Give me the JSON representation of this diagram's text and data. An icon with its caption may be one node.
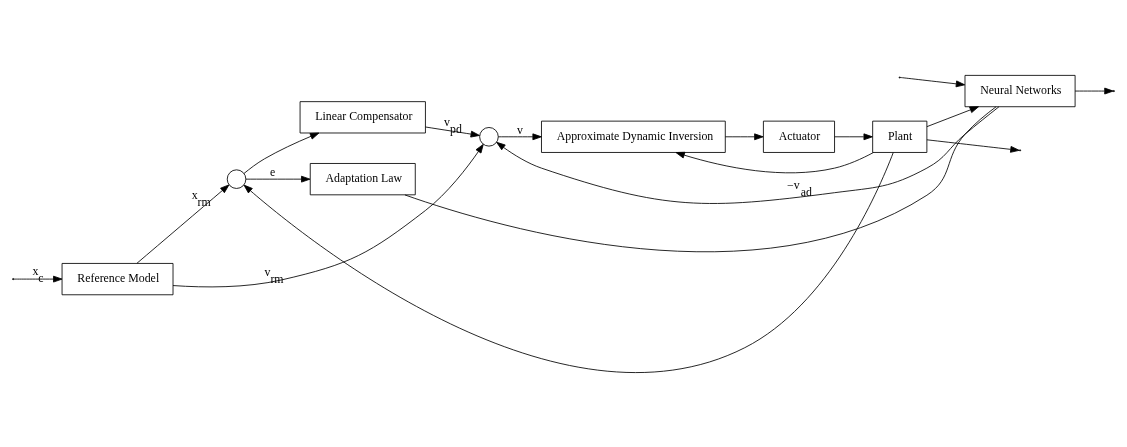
{
  "diagram": {
    "nodes": [
      {
        "text": [
          "Reference Model"
        ]
      },
      {
        "text": [],
        "shape": "circle"
      },
      {
        "text": [
          "Linear Compensator"
        ]
      },
      {
        "text": [],
        "shape": "circle"
      },
      {
        "text": [
          "Approximate Dynamic Inversion"
        ]
      },
      {
        "text": [
          "Actuator"
        ]
      },
      {
        "text": [
          "Plant"
        ]
      },
      {
        "text": [
          "Neural Networks"
        ]
      },
      {
        "text": [
          "Adaptation Law"
        ]
      }
    ],
    "edges": [
      {
        "from": null,
        "to": 0,
        "arrow": "to",
        "label": "x$_{c}$"
      },
      {
        "from": 0,
        "to": 1,
        "arrow": "to",
        "label": "x$_{rm}$"
      },
      {
        "from": 0,
        "to": 3,
        "arrow": "to",
        "label": "v$_{rm}$"
      },
      {
        "from": 1,
        "to": 2,
        "arrow": "to"
      },
      {
        "from": 1,
        "to": 8,
        "arrow": "to",
        "label": "e"
      },
      {
        "from": 2,
        "to": 3,
        "arrow": "to",
        "label": "v$_{pd}$"
      },
      {
        "from": 3,
        "to": 4,
        "arrow": "to",
        "label": "v"
      },
      {
        "from": 4,
        "to": 5,
        "arrow": "to"
      },
      {
        "from": 5,
        "to": 6,
        "arrow": "to"
      },
      {
        "from": 6,
        "to": null,
        "arrow": "to"
      },
      {
        "from": 6,
        "to": 4,
        "arrow": "to"
      },
      {
        "from": 6,
        "to": 7,
        "arrow": "to"
      },
      {
        "from": 6,
        "to": 1,
        "arrow": "to"
      },
      {
        "from": null,
        "to": 7,
        "arrow": "to"
      },
      {
        "from": 7,
        "to": 3,
        "arrow": "to",
        "label": "−v$_{ad}$"
      },
      {
        "from": 8,
        "to": 7,
        "arrow": "none"
      },
      {
        "from": 7,
        "to": null,
        "arrow": "to"
      }
    ]
  }
}
